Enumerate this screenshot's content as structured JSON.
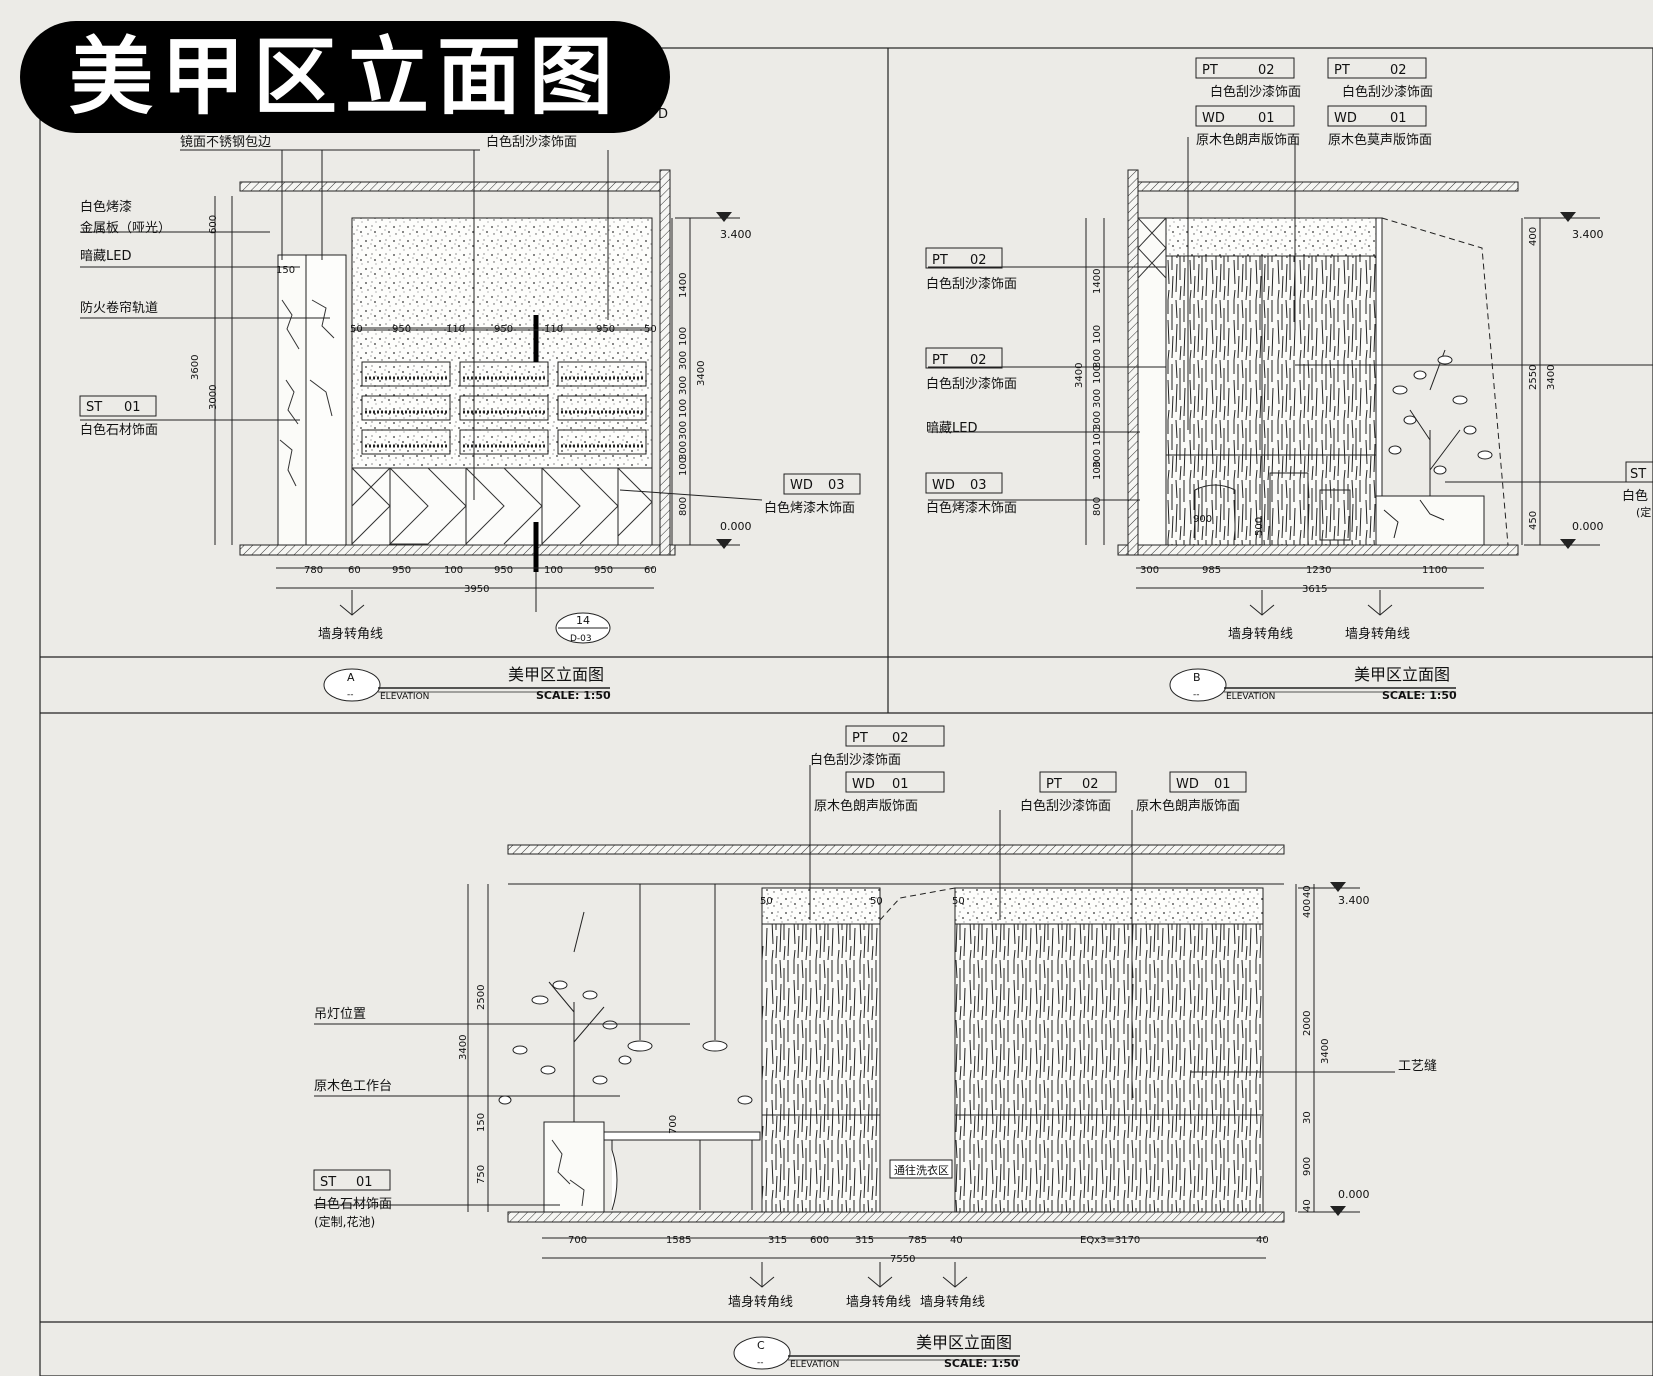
{
  "banner": {
    "title": "美甲区立面图"
  },
  "elevation_a": {
    "callouts": {
      "steel_edge": "镜面不锈钢包边",
      "pt_note": "白色刮沙漆饰面",
      "paint_1": "白色烤漆",
      "paint_2": "金属板（哑光）",
      "led": "暗藏LED",
      "shutter": "防火卷帘轨道",
      "st_code": "ST",
      "st_num": "01",
      "st_note": "白色石材饰面",
      "wd_code": "WD",
      "wd_num": "03",
      "wd_note": "白色烤漆木饰面",
      "tr_fragment": "D",
      "panel_note": "镜面不锈钢包边"
    },
    "dims_top": [
      "50",
      "950",
      "110",
      "950",
      "110",
      "950",
      "50"
    ],
    "dims_bottom": [
      "780",
      "60",
      "950",
      "100",
      "950",
      "100",
      "950",
      "60"
    ],
    "dim_total": "3950",
    "dims_left": [
      "600",
      "150",
      "3000",
      "3600"
    ],
    "dims_right": [
      "1400",
      "100",
      "300",
      "300",
      "100",
      "300",
      "300",
      "100",
      "800",
      "3400"
    ],
    "levels": [
      "3.400",
      "0.000"
    ],
    "wall_corner": "墙身转角线",
    "section_ref": {
      "num": "14",
      "sheet": "D-03"
    },
    "title_block": {
      "letter": "A",
      "sub": "--",
      "title": "美甲区立面图",
      "elevation": "ELEVATION",
      "scale": "SCALE: 1:50"
    }
  },
  "elevation_b": {
    "tags": [
      {
        "code": "PT",
        "num": "02",
        "note": "白色刮沙漆饰面"
      },
      {
        "code": "WD",
        "num": "01",
        "note": "原木色朗声版饰面"
      },
      {
        "code": "PT",
        "num": "02",
        "note": "白色刮沙漆饰面"
      },
      {
        "code": "WD",
        "num": "01",
        "note": "原木色莫声版饰面"
      }
    ],
    "left_tags": [
      {
        "code": "PT",
        "num": "02",
        "note": "白色刮沙漆饰面"
      },
      {
        "code": "PT",
        "num": "02",
        "note": "白色刮沙漆饰面"
      },
      {
        "code": "WD",
        "num": "03",
        "note": "白色烤漆木饰面"
      }
    ],
    "led": "暗藏LED",
    "right_tag": {
      "code": "ST",
      "note": "白色",
      "note2": "(定"
    },
    "dims_bottom": [
      "300",
      "985",
      "1230",
      "1100"
    ],
    "dim_total": "3615",
    "dims_left": [
      "1400",
      "100",
      "300",
      "100",
      "300",
      "300",
      "100",
      "300",
      "100",
      "800",
      "3400"
    ],
    "dims_inner": [
      "900",
      "500"
    ],
    "dims_right": [
      "400",
      "2550",
      "450",
      "3400"
    ],
    "levels": [
      "3.400",
      "0.000"
    ],
    "wall_corner": "墙身转角线",
    "title_block": {
      "letter": "B",
      "sub": "--",
      "title": "美甲区立面图",
      "elevation": "ELEVATION",
      "scale": "SCALE: 1:50"
    }
  },
  "elevation_c": {
    "top_tags": [
      {
        "code": "PT",
        "num": "02",
        "note": "白色刮沙漆饰面"
      },
      {
        "code": "WD",
        "num": "01",
        "note": "原木色朗声版饰面"
      },
      {
        "code": "PT",
        "num": "02",
        "note": "白色刮沙漆饰面"
      },
      {
        "code": "WD",
        "num": "01",
        "note": "原木色朗声版饰面"
      }
    ],
    "lamp": "吊灯位置",
    "desk": "原木色工作台",
    "st_tag": {
      "code": "ST",
      "num": "01",
      "note": "白色石材饰面",
      "note2": "(定制,花池)"
    },
    "area": "通往洗衣区",
    "joint": "工艺缝",
    "dims_top": [
      "50",
      "50",
      "50"
    ],
    "dims_left": [
      "2500",
      "150",
      "750",
      "3400"
    ],
    "dim_inner": "700",
    "dims_right": [
      "40",
      "400",
      "2000",
      "30",
      "900",
      "40",
      "3400"
    ],
    "levels": [
      "3.400",
      "0.000"
    ],
    "dims_bottom": [
      "700",
      "1585",
      "315",
      "600",
      "315",
      "785",
      "40",
      "EQx3=3170",
      "40"
    ],
    "dim_total": "7550",
    "wall_corner": "墙身转角线",
    "title_block": {
      "letter": "C",
      "sub": "--",
      "title": "美甲区立面图",
      "elevation": "ELEVATION",
      "scale": "SCALE: 1:50"
    }
  }
}
